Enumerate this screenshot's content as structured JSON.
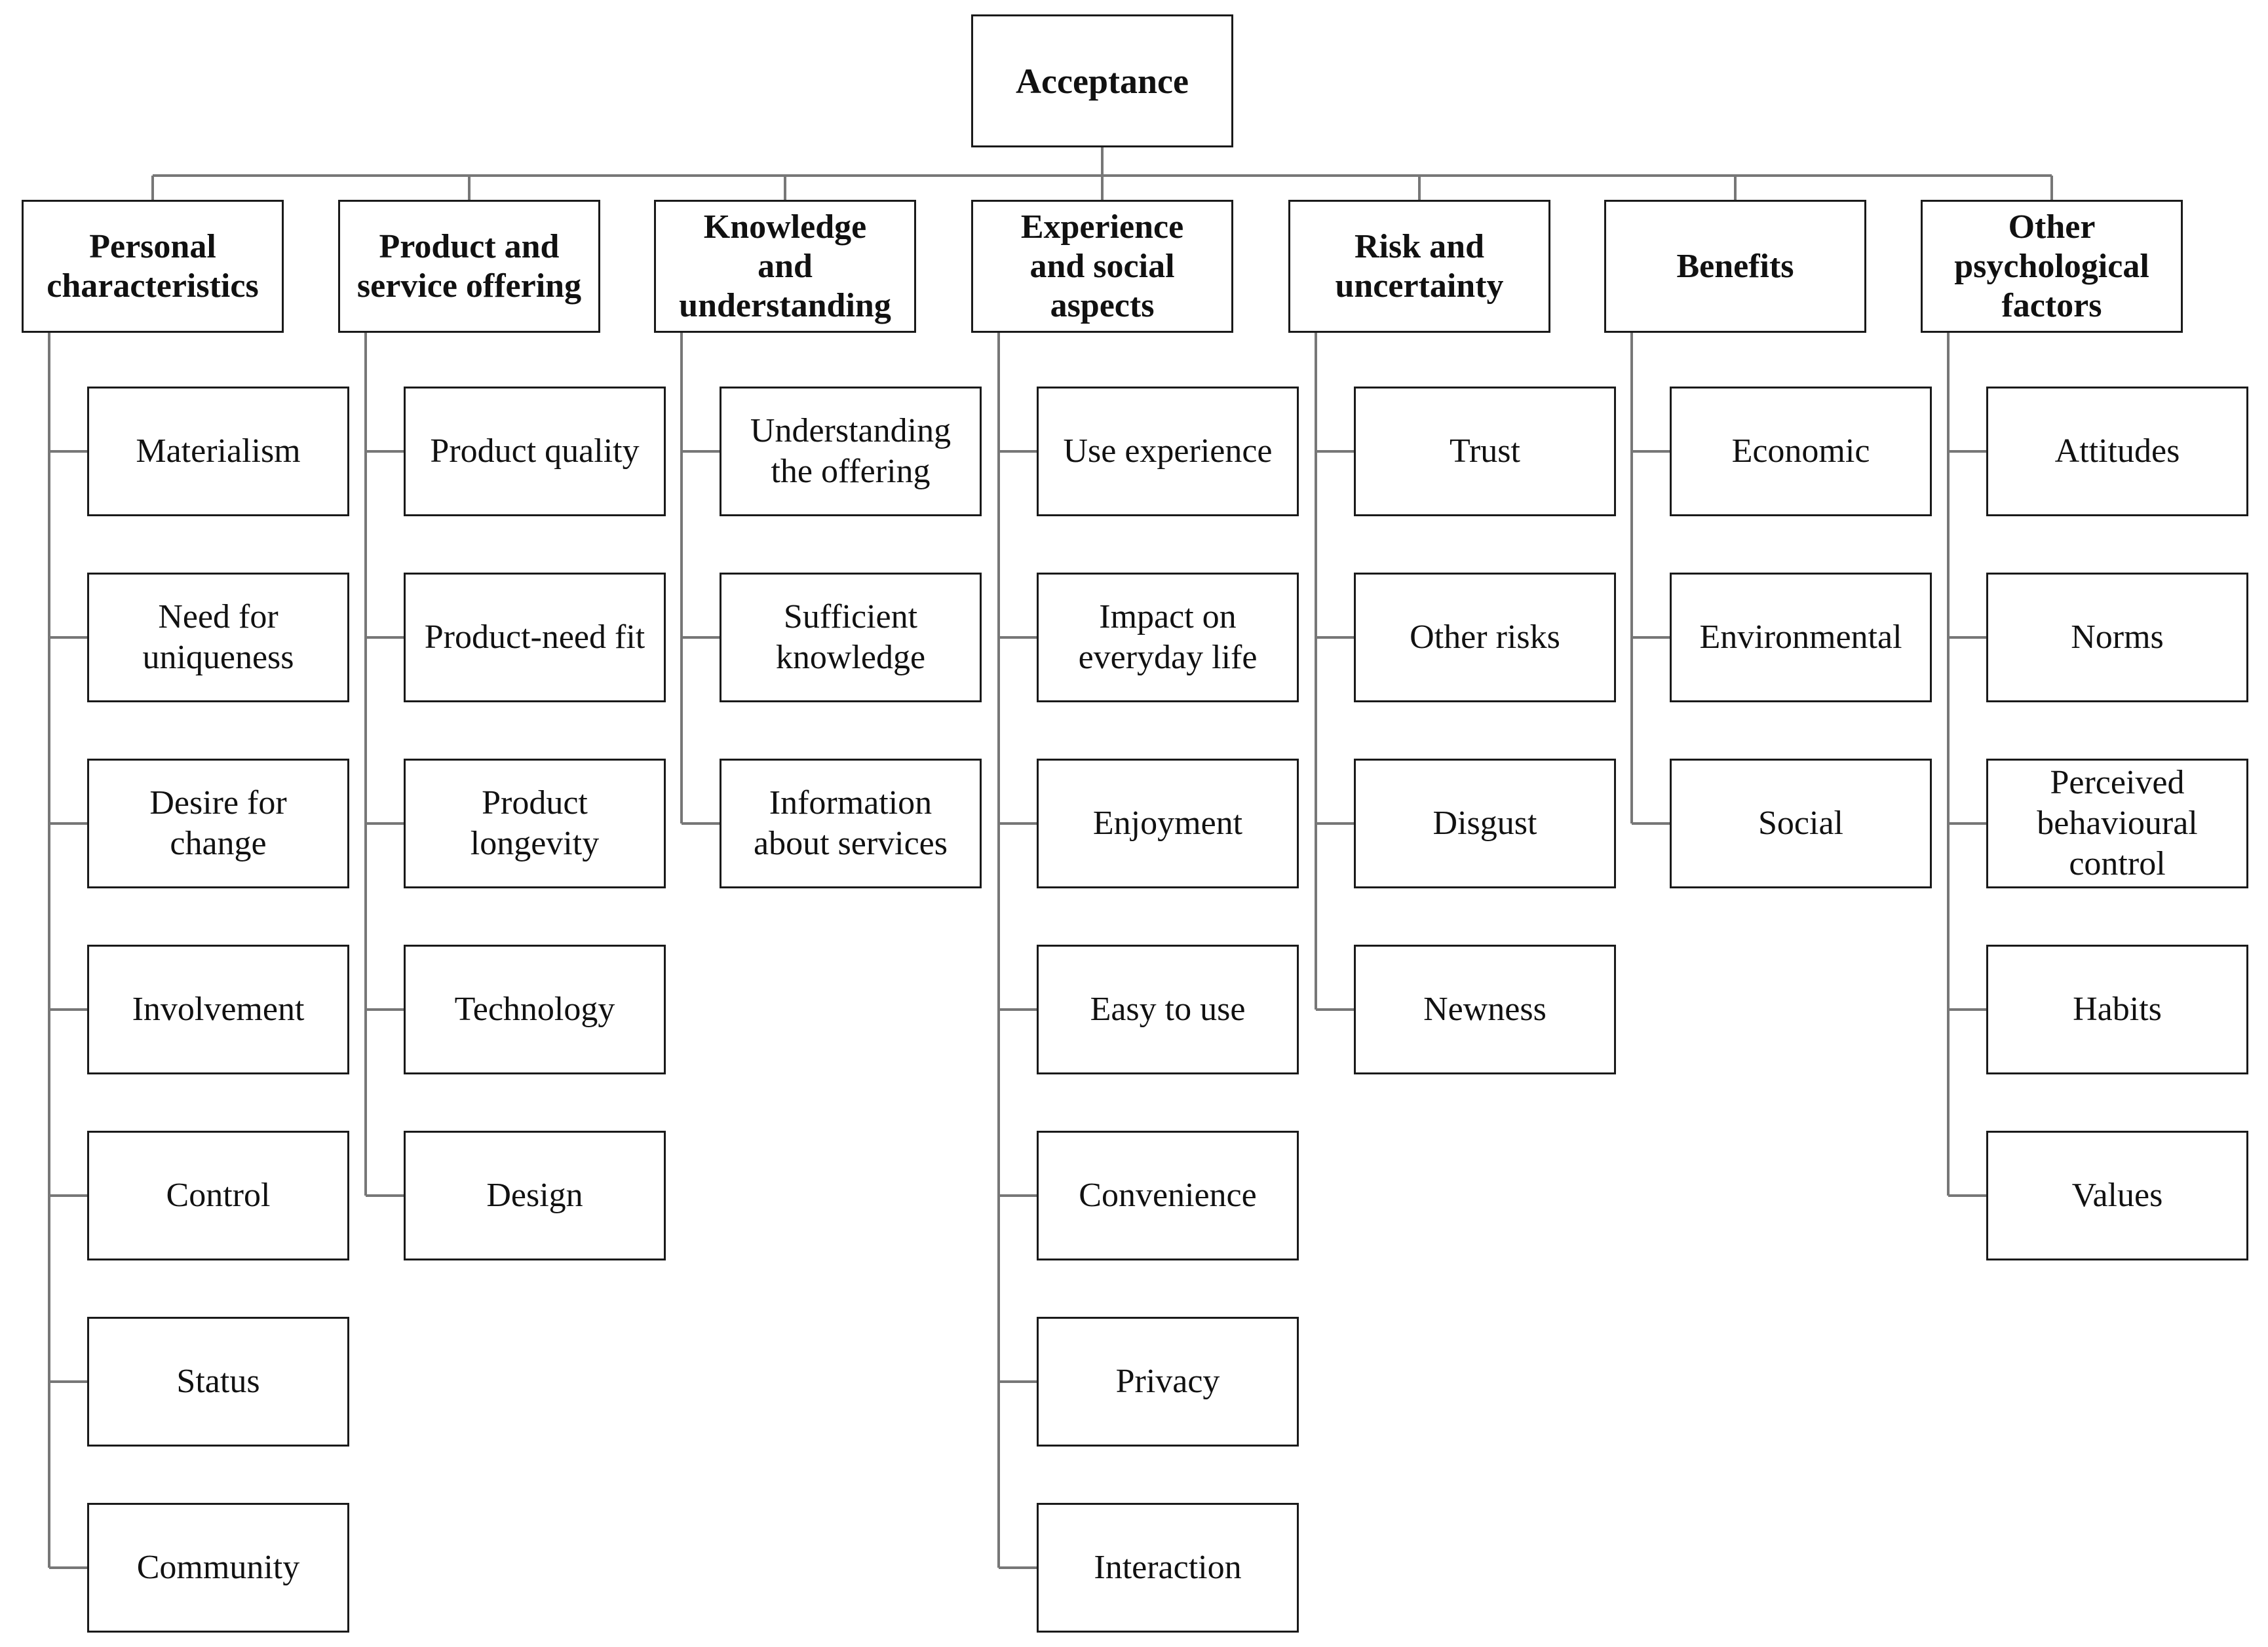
{
  "root": {
    "label": "Acceptance"
  },
  "categories": [
    {
      "label": "Personal\ncharacteristics",
      "items": [
        "Materialism",
        "Need for\nuniqueness",
        "Desire  for\nchange",
        "Involvement",
        "Control",
        "Status",
        "Community"
      ]
    },
    {
      "label": "Product  and\nservice offering",
      "items": [
        "Product  quality",
        "Product-need fit",
        "Product\nlongevity",
        "Technology",
        "Design"
      ]
    },
    {
      "label": "Knowledge\nand\nunderstanding",
      "items": [
        "Understanding\nthe  offering",
        "Sufficient\nknowledge",
        "Information\nabout services"
      ]
    },
    {
      "label": "Experience\nand  social\naspects",
      "items": [
        "Use experience",
        "Impact  on\neveryday  life",
        "Enjoyment",
        "Easy to use",
        "Convenience",
        "Privacy",
        "Interaction"
      ]
    },
    {
      "label": "Risk and\nuncertainty",
      "items": [
        "Trust",
        "Other risks",
        "Disgust",
        "Newness"
      ]
    },
    {
      "label": "Benefits",
      "items": [
        "Economic",
        "Environmental",
        "Social"
      ]
    },
    {
      "label": "Other\npsychological\nfactors",
      "items": [
        "Attitudes",
        "Norms",
        "Perceived\nbehavioural\ncontrol",
        "Habits",
        "Values"
      ]
    }
  ],
  "colors": {
    "line": "#777777",
    "border": "#1a1a1a",
    "text": "#111111"
  }
}
